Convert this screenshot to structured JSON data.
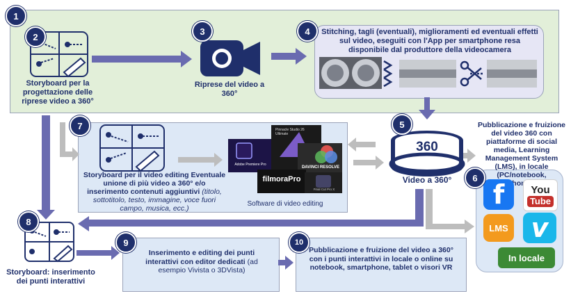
{
  "steps": {
    "s1": {
      "num": "1"
    },
    "s2": {
      "num": "2",
      "text": "Storyboard per la progettazione delle riprese video a 360°"
    },
    "s3": {
      "num": "3",
      "text": "Riprese del video a 360°"
    },
    "s4": {
      "num": "4",
      "text": "Stitching, tagli (eventuali), miglioramenti ed eventuali effetti sul video, eseguiti con l'App per smartphone resa disponibile dal produttore della videocamera"
    },
    "s5": {
      "num": "5",
      "text": "Video a 360°",
      "icon_label": "360"
    },
    "s6": {
      "num": "6",
      "text": "Pubblicazione e fruizione del video 360 con piattaforme di social media, Learning Management System (LMS), in locale (PC/notebook, smartphone, tablet)"
    },
    "s7": {
      "num": "7",
      "text_bold": "Storyboard per il video editing Eventuale unione di più video a 360° e/o inserimento contenuti aggiuntivi",
      "text_italic": "(titolo, sottotitolo, testo, immagine, voce fuori campo, musica, ecc.)",
      "software_caption": "Software di video editing"
    },
    "s8": {
      "num": "8",
      "text": "Storyboard: inserimento dei punti interattivi"
    },
    "s9": {
      "num": "9",
      "text_bold": "Inserimento e editing dei punti interattivi con editor dedicati",
      "text_normal": "(ad esempio Vivista o 3DVista)"
    },
    "s10": {
      "num": "10",
      "text": "Pubblicazione e fruizione del video a 360° con i punti interattivi in locale o online su notebook, smartphone, tablet o visori VR"
    }
  },
  "software": {
    "premiere": "Adobe Premiere Pro",
    "pinnacle": "Pinnacle Studio 26 Ultimate",
    "davinci": "DAVINCI RESOLVE",
    "filmora": "filmoraPro",
    "finalcut": "Final Cut Pro X"
  },
  "platforms": {
    "facebook": "f",
    "youtube_top": "You",
    "youtube_bottom": "Tube",
    "lms": "LMS",
    "vimeo": "v",
    "local": "In locale"
  },
  "colors": {
    "navy": "#1f2f6b",
    "arrow_purple": "#6a6bb0",
    "arrow_grey": "#bdbdbd",
    "green_panel": "#e2efd9",
    "lavender_panel": "#e6e6f5",
    "blue_panel": "#dde8f6",
    "facebook": "#1877f2",
    "youtube": "#c4302b",
    "lms": "#f39a1e",
    "vimeo": "#1ab7ea",
    "local": "#3c8a35"
  }
}
